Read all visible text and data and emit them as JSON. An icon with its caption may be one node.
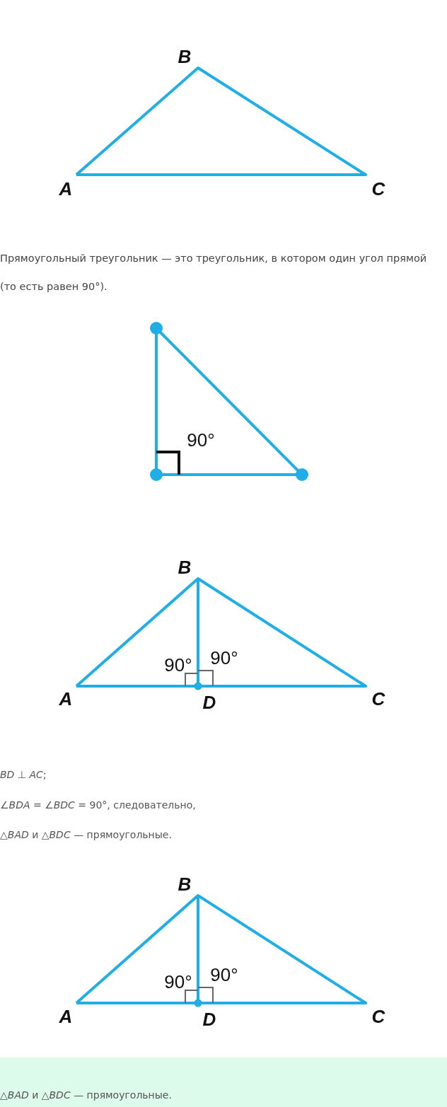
{
  "diagram": {
    "labels": [
      "B",
      "A",
      "C",
      "Прямоугольный треугольник — это треугольник, в котором один угол прямой (то есть равен 90°).",
      "90°",
      "B",
      "90°",
      "90°",
      "A",
      "D",
      "C",
      "*BD* ⊥ *AC*;",
      "∠*BDA* = ∠*BDC* = 90°, следовательно,",
      "△*BAD* и △*BDC* — прямоугольные.",
      "B",
      "90°",
      "90°",
      "A",
      "D",
      "C",
      "△*BAD* и △*BDC* — прямоугольные."
    ]
  }
}
